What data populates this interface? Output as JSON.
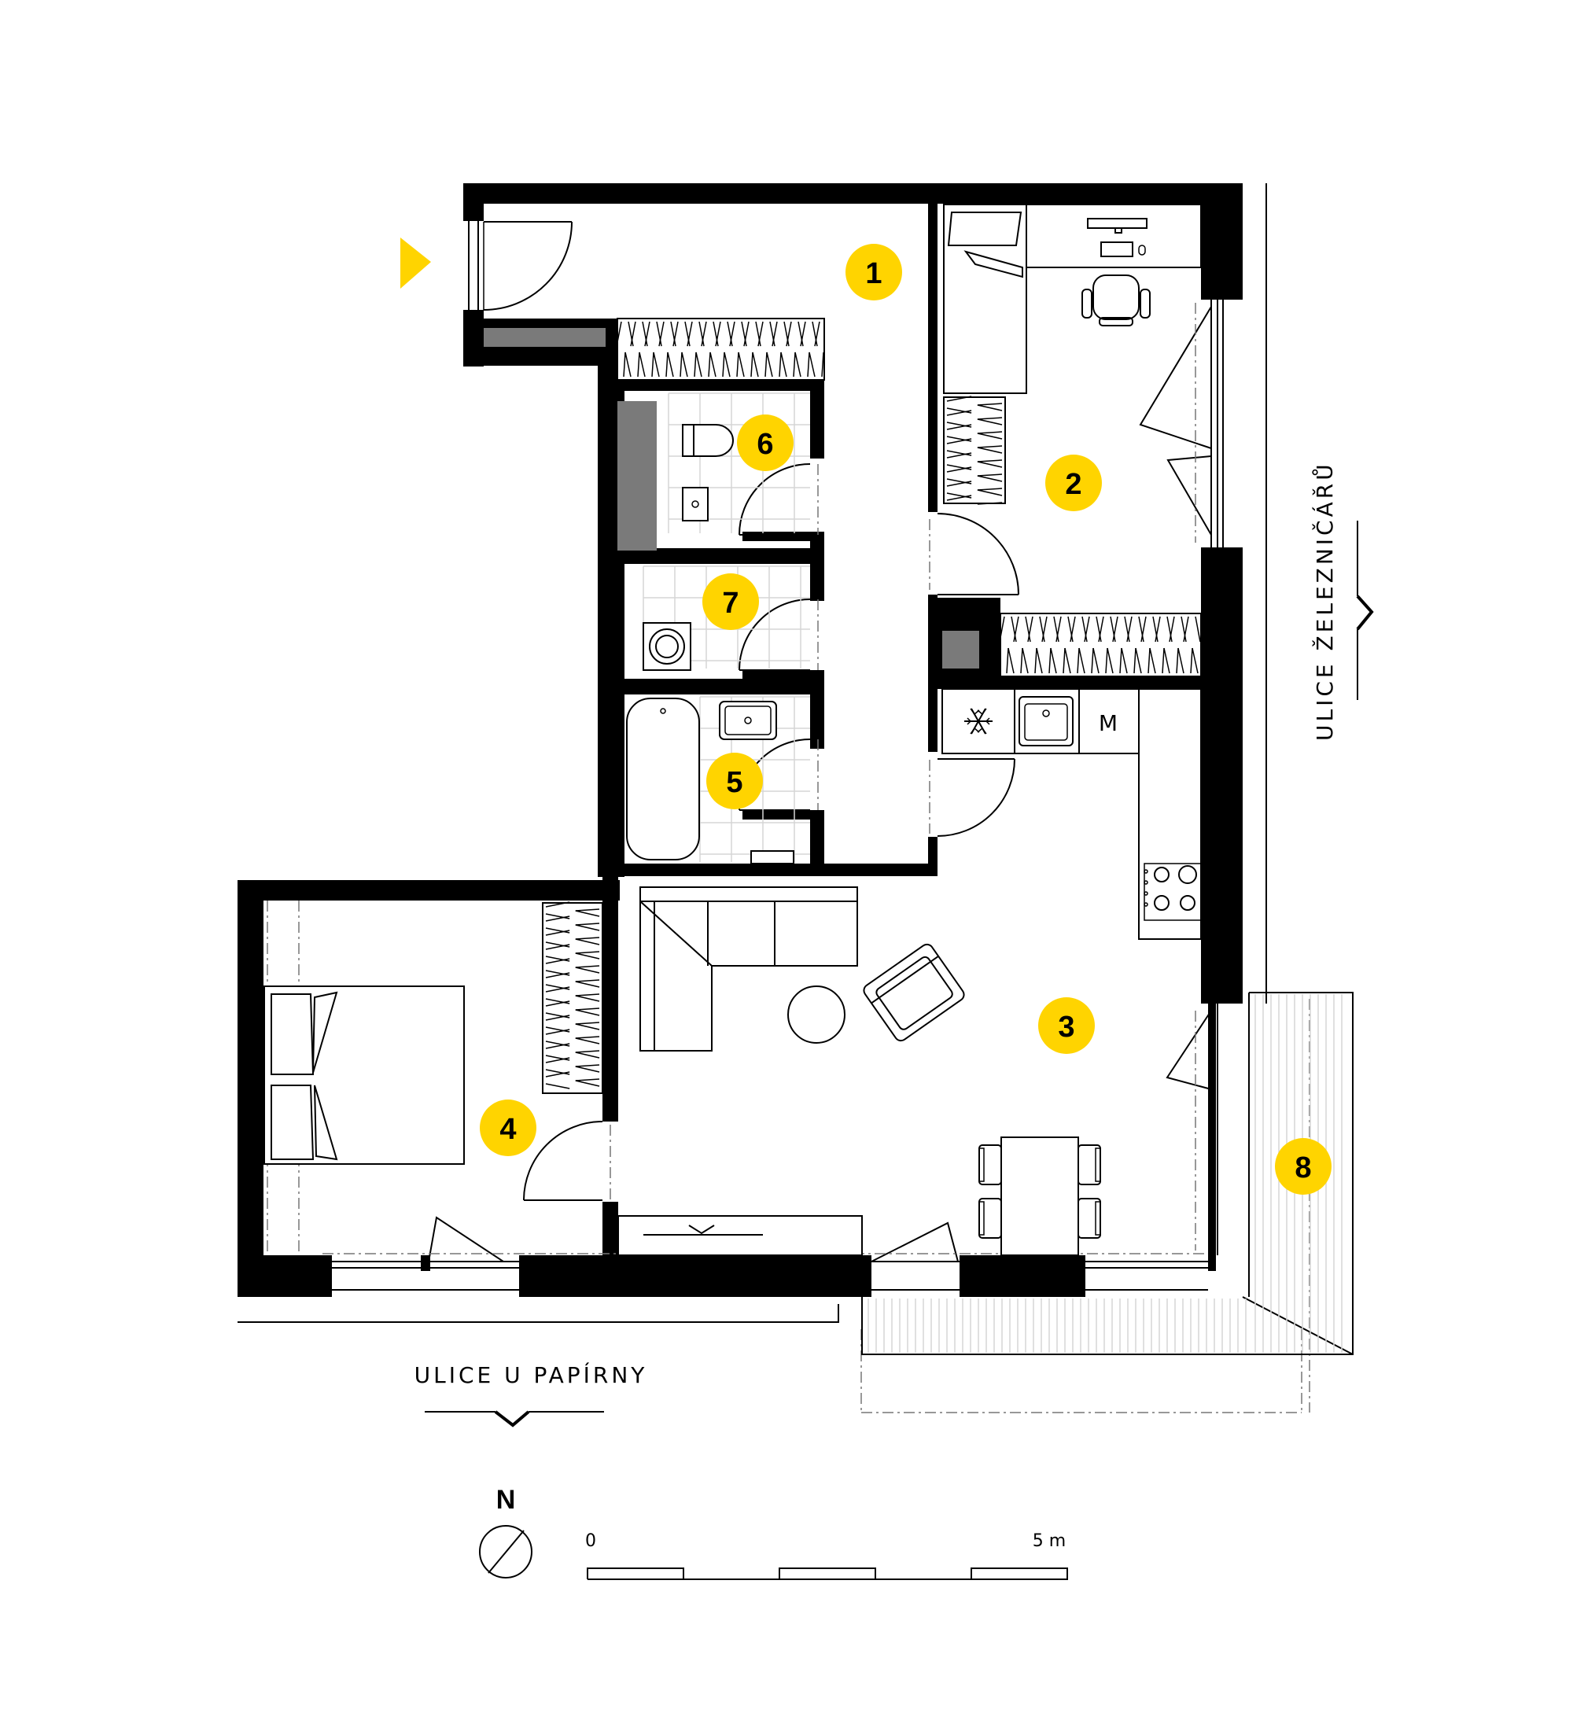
{
  "plan": {
    "rooms": [
      {
        "id": "room-1",
        "number": "1"
      },
      {
        "id": "room-2",
        "number": "2"
      },
      {
        "id": "room-3",
        "number": "3"
      },
      {
        "id": "room-4",
        "number": "4"
      },
      {
        "id": "room-5",
        "number": "5"
      },
      {
        "id": "room-6",
        "number": "6"
      },
      {
        "id": "room-7",
        "number": "7"
      },
      {
        "id": "room-8",
        "number": "8"
      }
    ],
    "streets": {
      "east": "ULICE ŽELEZNIČÁŘŮ",
      "south": "ULICE U PAPÍRNY"
    },
    "north_label": "N",
    "scale": {
      "start": "0",
      "end": "5 m"
    },
    "microwave_label": "M",
    "colors": {
      "accent": "#FFD400",
      "walls": "#000000",
      "shafts": "#7a7a7a"
    }
  }
}
